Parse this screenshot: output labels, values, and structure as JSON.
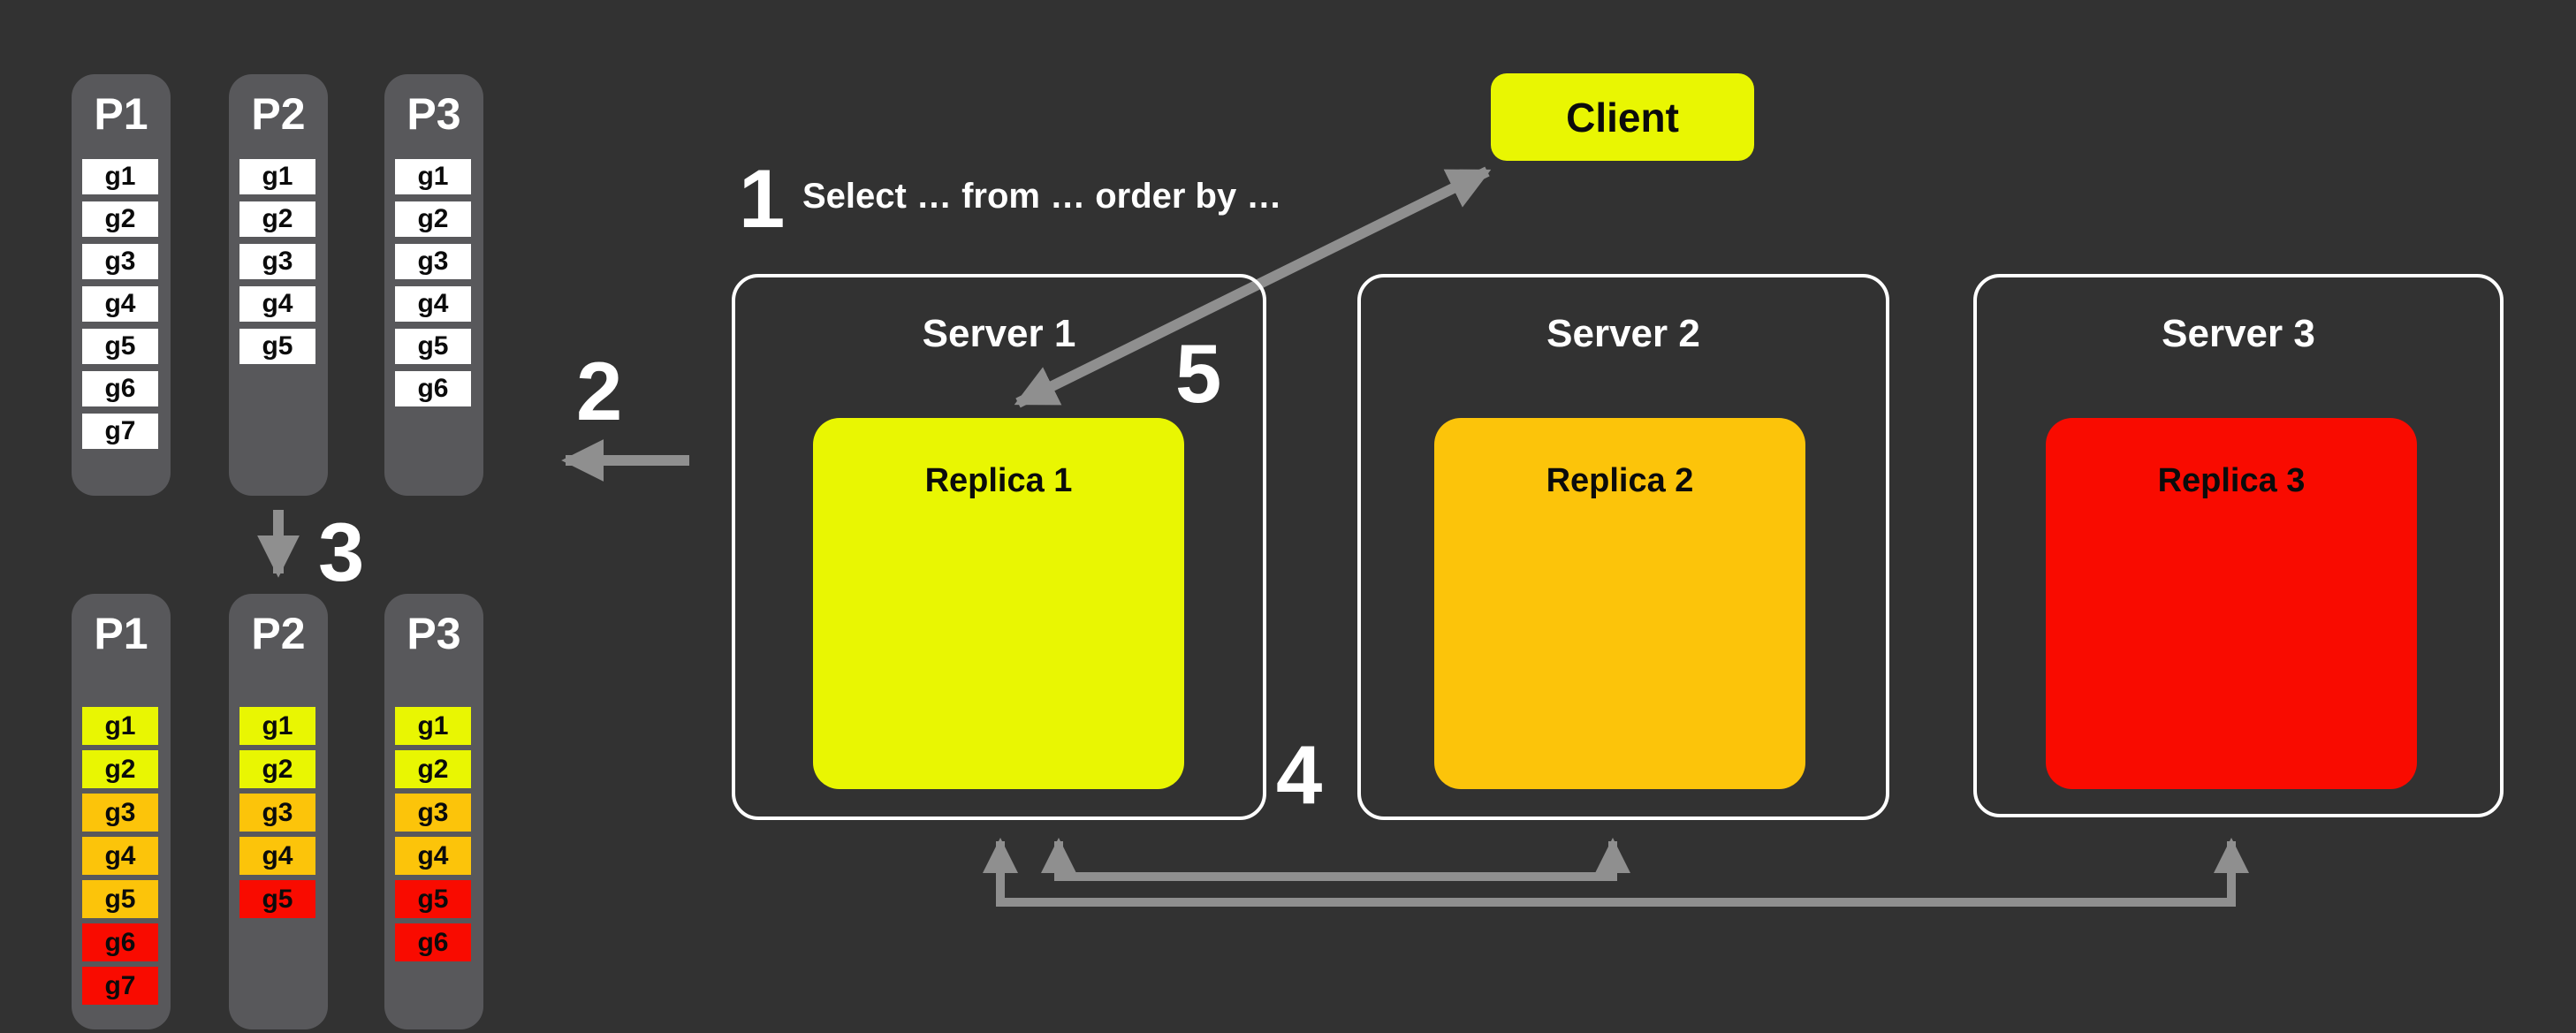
{
  "colors": {
    "background": "#323232",
    "panel_gray": "#58585b",
    "white": "#ffffff",
    "yellow": "#e9f602",
    "orange": "#fcc40a",
    "red": "#f90b00",
    "arrow_gray": "#8f8f8f",
    "server_border": "#ffffff",
    "text_light": "#ffffff",
    "text_dark": "#0b0b0b"
  },
  "client": {
    "label": "Client",
    "color": "yellow"
  },
  "query_text": "Select … from … order by …",
  "steps": [
    {
      "label": "1"
    },
    {
      "label": "2"
    },
    {
      "label": "3"
    },
    {
      "label": "4"
    },
    {
      "label": "5"
    }
  ],
  "partitions_before": {
    "columns": [
      {
        "name": "P1",
        "cells": [
          {
            "label": "g1",
            "color": "white"
          },
          {
            "label": "g2",
            "color": "white"
          },
          {
            "label": "g3",
            "color": "white"
          },
          {
            "label": "g4",
            "color": "white"
          },
          {
            "label": "g5",
            "color": "white"
          },
          {
            "label": "g6",
            "color": "white"
          },
          {
            "label": "g7",
            "color": "white"
          }
        ]
      },
      {
        "name": "P2",
        "cells": [
          {
            "label": "g1",
            "color": "white"
          },
          {
            "label": "g2",
            "color": "white"
          },
          {
            "label": "g3",
            "color": "white"
          },
          {
            "label": "g4",
            "color": "white"
          },
          {
            "label": "g5",
            "color": "white"
          }
        ]
      },
      {
        "name": "P3",
        "cells": [
          {
            "label": "g1",
            "color": "white"
          },
          {
            "label": "g2",
            "color": "white"
          },
          {
            "label": "g3",
            "color": "white"
          },
          {
            "label": "g4",
            "color": "white"
          },
          {
            "label": "g5",
            "color": "white"
          },
          {
            "label": "g6",
            "color": "white"
          }
        ]
      }
    ]
  },
  "partitions_after": {
    "columns": [
      {
        "name": "P1",
        "cells": [
          {
            "label": "g1",
            "color": "yellow"
          },
          {
            "label": "g2",
            "color": "yellow"
          },
          {
            "label": "g3",
            "color": "orange"
          },
          {
            "label": "g4",
            "color": "orange"
          },
          {
            "label": "g5",
            "color": "orange"
          },
          {
            "label": "g6",
            "color": "red"
          },
          {
            "label": "g7",
            "color": "red"
          }
        ]
      },
      {
        "name": "P2",
        "cells": [
          {
            "label": "g1",
            "color": "yellow"
          },
          {
            "label": "g2",
            "color": "yellow"
          },
          {
            "label": "g3",
            "color": "orange"
          },
          {
            "label": "g4",
            "color": "orange"
          },
          {
            "label": "g5",
            "color": "red"
          }
        ]
      },
      {
        "name": "P3",
        "cells": [
          {
            "label": "g1",
            "color": "yellow"
          },
          {
            "label": "g2",
            "color": "yellow"
          },
          {
            "label": "g3",
            "color": "orange"
          },
          {
            "label": "g4",
            "color": "orange"
          },
          {
            "label": "g5",
            "color": "red"
          },
          {
            "label": "g6",
            "color": "red"
          }
        ]
      }
    ]
  },
  "servers": [
    {
      "name": "Server 1",
      "replica": {
        "label": "Replica 1",
        "color": "yellow"
      }
    },
    {
      "name": "Server 2",
      "replica": {
        "label": "Replica 2",
        "color": "orange"
      }
    },
    {
      "name": "Server 3",
      "replica": {
        "label": "Replica 3",
        "color": "red"
      }
    }
  ]
}
